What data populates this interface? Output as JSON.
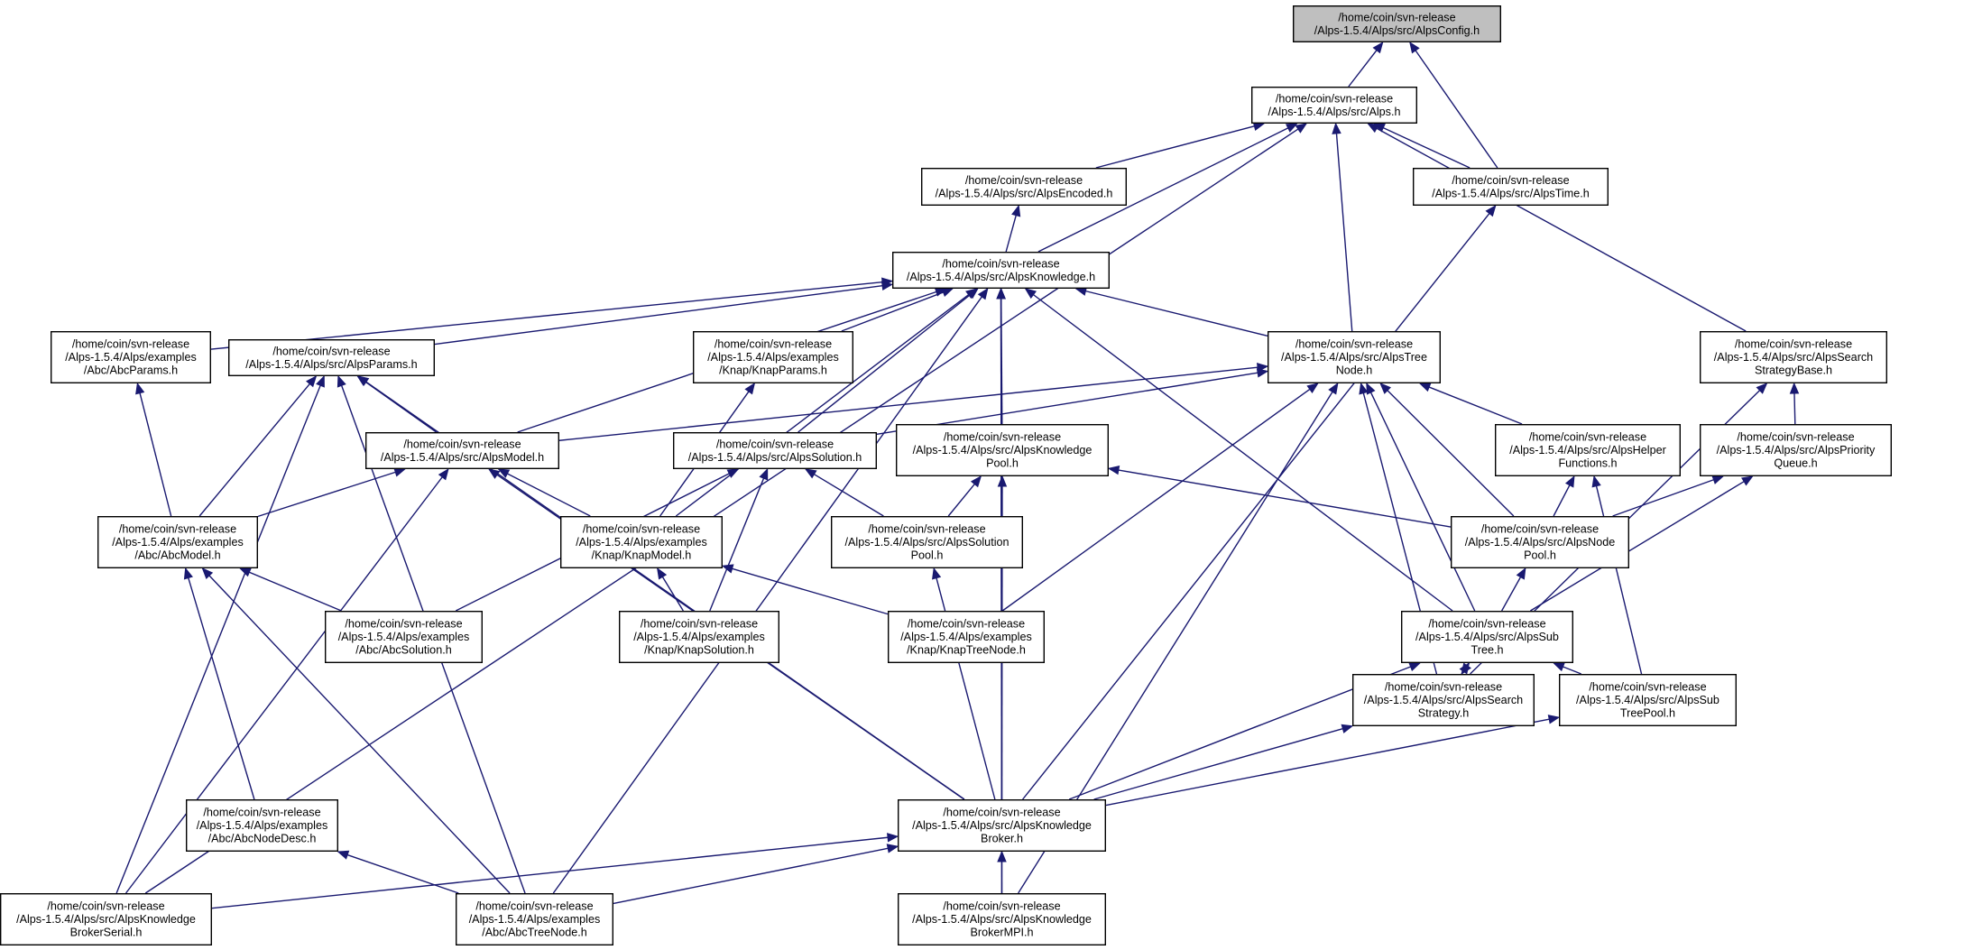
{
  "nodes": [
    {
      "id": "cfg",
      "lines": [
        "/home/coin/svn-release",
        "/Alps-1.5.4/Alps/src/AlpsConfig.h"
      ],
      "root": true
    },
    {
      "id": "alps",
      "lines": [
        "/home/coin/svn-release",
        "/Alps-1.5.4/Alps/src/Alps.h"
      ]
    },
    {
      "id": "enc",
      "lines": [
        "/home/coin/svn-release",
        "/Alps-1.5.4/Alps/src/AlpsEncoded.h"
      ]
    },
    {
      "id": "time",
      "lines": [
        "/home/coin/svn-release",
        "/Alps-1.5.4/Alps/src/AlpsTime.h"
      ]
    },
    {
      "id": "know",
      "lines": [
        "/home/coin/svn-release",
        "/Alps-1.5.4/Alps/src/AlpsKnowledge.h"
      ]
    },
    {
      "id": "abcp",
      "lines": [
        "/home/coin/svn-release",
        "/Alps-1.5.4/Alps/examples",
        "/Abc/AbcParams.h"
      ]
    },
    {
      "id": "par",
      "lines": [
        "/home/coin/svn-release",
        "/Alps-1.5.4/Alps/src/AlpsParams.h"
      ]
    },
    {
      "id": "knp",
      "lines": [
        "/home/coin/svn-release",
        "/Alps-1.5.4/Alps/examples",
        "/Knap/KnapParams.h"
      ]
    },
    {
      "id": "tree",
      "lines": [
        "/home/coin/svn-release",
        "/Alps-1.5.4/Alps/src/AlpsTree",
        "Node.h"
      ]
    },
    {
      "id": "ssb",
      "lines": [
        "/home/coin/svn-release",
        "/Alps-1.5.4/Alps/src/AlpsSearch",
        "StrategyBase.h"
      ]
    },
    {
      "id": "mod",
      "lines": [
        "/home/coin/svn-release",
        "/Alps-1.5.4/Alps/src/AlpsModel.h"
      ]
    },
    {
      "id": "sol",
      "lines": [
        "/home/coin/svn-release",
        "/Alps-1.5.4/Alps/src/AlpsSolution.h"
      ]
    },
    {
      "id": "kpool",
      "lines": [
        "/home/coin/svn-release",
        "/Alps-1.5.4/Alps/src/AlpsKnowledge",
        "Pool.h"
      ]
    },
    {
      "id": "help",
      "lines": [
        "/home/coin/svn-release",
        "/Alps-1.5.4/Alps/src/AlpsHelper",
        "Functions.h"
      ]
    },
    {
      "id": "prio",
      "lines": [
        "/home/coin/svn-release",
        "/Alps-1.5.4/Alps/src/AlpsPriority",
        "Queue.h"
      ]
    },
    {
      "id": "abcm",
      "lines": [
        "/home/coin/svn-release",
        "/Alps-1.5.4/Alps/examples",
        "/Abc/AbcModel.h"
      ]
    },
    {
      "id": "knm",
      "lines": [
        "/home/coin/svn-release",
        "/Alps-1.5.4/Alps/examples",
        "/Knap/KnapModel.h"
      ]
    },
    {
      "id": "spool",
      "lines": [
        "/home/coin/svn-release",
        "/Alps-1.5.4/Alps/src/AlpsSolution",
        "Pool.h"
      ]
    },
    {
      "id": "npool",
      "lines": [
        "/home/coin/svn-release",
        "/Alps-1.5.4/Alps/src/AlpsNode",
        "Pool.h"
      ]
    },
    {
      "id": "abcs",
      "lines": [
        "/home/coin/svn-release",
        "/Alps-1.5.4/Alps/examples",
        "/Abc/AbcSolution.h"
      ]
    },
    {
      "id": "kns",
      "lines": [
        "/home/coin/svn-release",
        "/Alps-1.5.4/Alps/examples",
        "/Knap/KnapSolution.h"
      ]
    },
    {
      "id": "kntn",
      "lines": [
        "/home/coin/svn-release",
        "/Alps-1.5.4/Alps/examples",
        "/Knap/KnapTreeNode.h"
      ]
    },
    {
      "id": "sub",
      "lines": [
        "/home/coin/svn-release",
        "/Alps-1.5.4/Alps/src/AlpsSub",
        "Tree.h"
      ]
    },
    {
      "id": "ss",
      "lines": [
        "/home/coin/svn-release",
        "/Alps-1.5.4/Alps/src/AlpsSearch",
        "Strategy.h"
      ]
    },
    {
      "id": "stp",
      "lines": [
        "/home/coin/svn-release",
        "/Alps-1.5.4/Alps/src/AlpsSub",
        "TreePool.h"
      ]
    },
    {
      "id": "abcnd",
      "lines": [
        "/home/coin/svn-release",
        "/Alps-1.5.4/Alps/examples",
        "/Abc/AbcNodeDesc.h"
      ]
    },
    {
      "id": "kb",
      "lines": [
        "/home/coin/svn-release",
        "/Alps-1.5.4/Alps/src/AlpsKnowledge",
        "Broker.h"
      ]
    },
    {
      "id": "kbs",
      "lines": [
        "/home/coin/svn-release",
        "/Alps-1.5.4/Alps/src/AlpsKnowledge",
        "BrokerSerial.h"
      ]
    },
    {
      "id": "abctn",
      "lines": [
        "/home/coin/svn-release",
        "/Alps-1.5.4/Alps/examples",
        "/Abc/AbcTreeNode.h"
      ]
    },
    {
      "id": "kbm",
      "lines": [
        "/home/coin/svn-release",
        "/Alps-1.5.4/Alps/src/AlpsKnowledge",
        "BrokerMPI.h"
      ]
    }
  ],
  "edges": [
    [
      "alps",
      "cfg"
    ],
    [
      "time",
      "cfg"
    ],
    [
      "enc",
      "alps"
    ],
    [
      "time",
      "alps"
    ],
    [
      "know",
      "alps"
    ],
    [
      "tree",
      "alps"
    ],
    [
      "ssb",
      "alps"
    ],
    [
      "kbs",
      "alps"
    ],
    [
      "know",
      "enc"
    ],
    [
      "kb",
      "time"
    ],
    [
      "abcp",
      "know"
    ],
    [
      "par",
      "know"
    ],
    [
      "knp",
      "know"
    ],
    [
      "tree",
      "know"
    ],
    [
      "mod",
      "know"
    ],
    [
      "sol",
      "know"
    ],
    [
      "kpool",
      "know"
    ],
    [
      "knm",
      "know"
    ],
    [
      "kb",
      "know"
    ],
    [
      "abctn",
      "know"
    ],
    [
      "sub",
      "know"
    ],
    [
      "kbm",
      "know"
    ],
    [
      "abcm",
      "abcp"
    ],
    [
      "mod",
      "par"
    ],
    [
      "abcm",
      "par"
    ],
    [
      "kbs",
      "par"
    ],
    [
      "kb",
      "par"
    ],
    [
      "abctn",
      "par"
    ],
    [
      "knm",
      "knp"
    ],
    [
      "mod",
      "tree"
    ],
    [
      "sol",
      "tree"
    ],
    [
      "help",
      "tree"
    ],
    [
      "npool",
      "tree"
    ],
    [
      "kntn",
      "tree"
    ],
    [
      "sub",
      "tree"
    ],
    [
      "ss",
      "tree"
    ],
    [
      "kbm",
      "tree"
    ],
    [
      "prio",
      "ssb"
    ],
    [
      "ss",
      "ssb"
    ],
    [
      "abcm",
      "mod"
    ],
    [
      "knm",
      "mod"
    ],
    [
      "kb",
      "mod"
    ],
    [
      "kbs",
      "mod"
    ],
    [
      "abcs",
      "sol"
    ],
    [
      "kns",
      "sol"
    ],
    [
      "spool",
      "sol"
    ],
    [
      "spool",
      "kpool"
    ],
    [
      "npool",
      "kpool"
    ],
    [
      "kb",
      "kpool"
    ],
    [
      "npool",
      "help"
    ],
    [
      "stp",
      "help"
    ],
    [
      "npool",
      "prio"
    ],
    [
      "sub",
      "prio"
    ],
    [
      "abcs",
      "abcm"
    ],
    [
      "abcnd",
      "abcm"
    ],
    [
      "abctn",
      "abcm"
    ],
    [
      "kns",
      "knm"
    ],
    [
      "kntn",
      "knm"
    ],
    [
      "kb",
      "spool"
    ],
    [
      "sub",
      "npool"
    ],
    [
      "ss",
      "sub"
    ],
    [
      "stp",
      "sub"
    ],
    [
      "kb",
      "sub"
    ],
    [
      "sub",
      "ss"
    ],
    [
      "kb",
      "ss"
    ],
    [
      "kb",
      "stp"
    ],
    [
      "abctn",
      "abcnd"
    ],
    [
      "kbs",
      "kb"
    ],
    [
      "abctn",
      "kb"
    ],
    [
      "kbm",
      "kb"
    ]
  ]
}
